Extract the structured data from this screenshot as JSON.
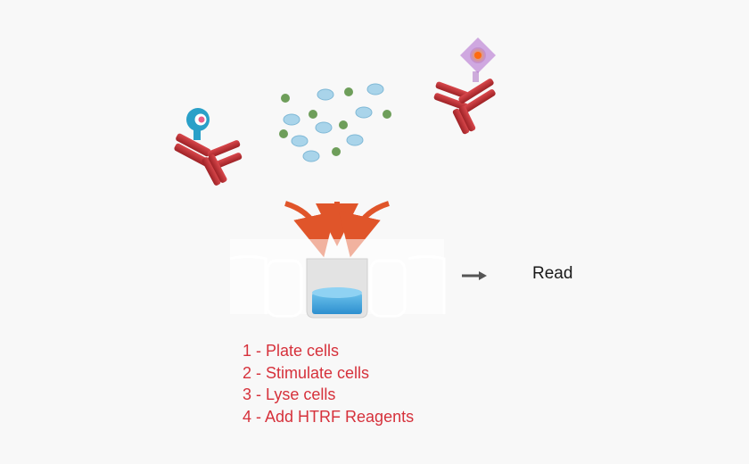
{
  "diagram": {
    "read_label": "Read",
    "steps": [
      "1 - Plate cells",
      "2 - Stimulate cells",
      "3 - Lyse cells",
      "4 - Add HTRF Reagents"
    ],
    "colors": {
      "antibody": "#b82a2f",
      "antibody_highlight": "#d9484c",
      "arrow": "#e0552a",
      "liquid": "#3fa6dd",
      "cell_blue": "#a9d4ea",
      "cell_green": "#6e9e5a",
      "step_text": "#d6313b",
      "donor_label": "#2aa0c8",
      "acceptor_label": "#b07ac8"
    }
  }
}
